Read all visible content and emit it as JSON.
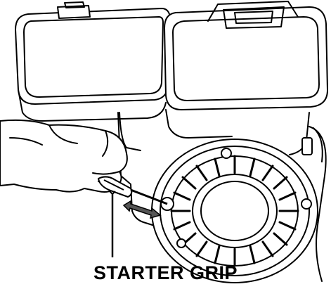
{
  "illustration": {
    "caption": "STARTER GRIP",
    "colors": {
      "ink": "#000000",
      "paper": "#ffffff",
      "accent": "#555555"
    },
    "icons": [
      "engine-illustration",
      "hand-illustration",
      "screwdriver-icon",
      "double-arrow-icon",
      "leader-line"
    ]
  }
}
